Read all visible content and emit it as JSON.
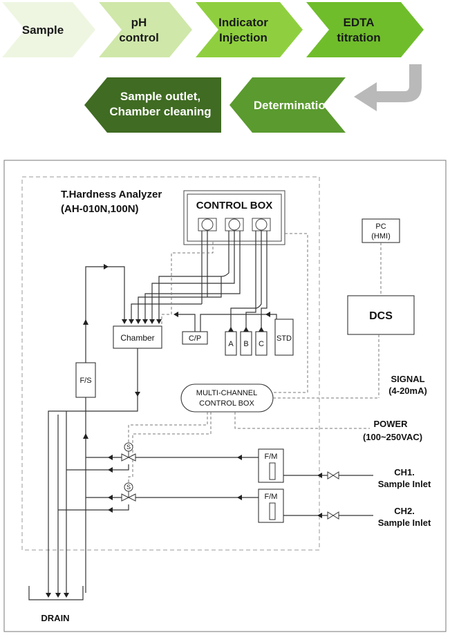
{
  "process_flow": {
    "step1": "Sample",
    "step2_l1": "pH",
    "step2_l2": "control",
    "step3_l1": "Indicator",
    "step3_l2": "Injection",
    "step4_l1": "EDTA",
    "step4_l2": "titration",
    "step5": "Determination",
    "step6_l1": "Sample outlet,",
    "step6_l2": "Chamber cleaning",
    "colors": {
      "step1": "#eef6e2",
      "step2": "#cfe7a9",
      "step3": "#8fcf3f",
      "step4": "#6fbd2b",
      "step5": "#5a9a2e",
      "step6": "#3f6b22",
      "return_arrow": "#b9b9b9"
    }
  },
  "schematic": {
    "analyzer_title": "T.Hardness Analyzer",
    "analyzer_model": "(AH-010N,100N)",
    "control_box": "CONTROL BOX",
    "chamber": "Chamber",
    "cp": "C/P",
    "reagent_a": "A",
    "reagent_b": "B",
    "reagent_c": "C",
    "std": "STD",
    "fs": "F/S",
    "mc_l1": "MULTI-CHANNEL",
    "mc_l2": "CONTROL BOX",
    "valve_s1": "S",
    "valve_s2": "S",
    "fm1": "F/M",
    "fm2": "F/M",
    "pc_l1": "PC",
    "pc_l2": "(HMI)",
    "dcs": "DCS",
    "signal_l1": "SIGNAL",
    "signal_l2": "(4-20mA)",
    "power_l1": "POWER",
    "power_l2": "(100~250VAC)",
    "ch1_l1": "CH1.",
    "ch1_l2": "Sample Inlet",
    "ch2_l1": "CH2.",
    "ch2_l2": "Sample Inlet",
    "drain": "DRAIN"
  }
}
